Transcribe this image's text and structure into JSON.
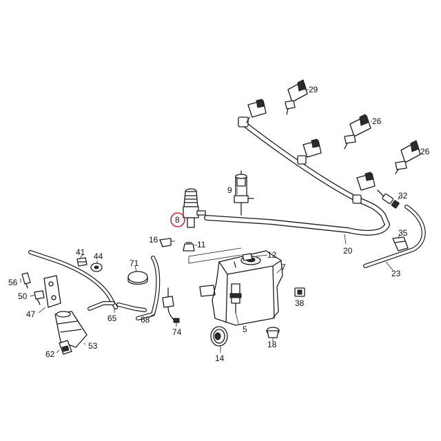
{
  "colors": {
    "ink": "#1a1a1a",
    "background": "#ffffff",
    "highlight_ring": "#d62b2b"
  },
  "callouts": {
    "c29": "29",
    "c26a": "26",
    "c26b": "26",
    "c32": "32",
    "c9": "9",
    "c8": "8",
    "c35": "35",
    "c16": "16",
    "c11": "11",
    "c20": "20",
    "c41": "41",
    "c44": "44",
    "c12": "12",
    "c7": "7",
    "c23": "23",
    "c71": "71",
    "c56": "56",
    "c38": "38",
    "c50": "50",
    "c47": "47",
    "c65": "65",
    "c68": "68",
    "c5": "5",
    "c74": "74",
    "c53": "53",
    "c18": "18",
    "c62": "62",
    "c14": "14"
  },
  "selected_part": "8"
}
